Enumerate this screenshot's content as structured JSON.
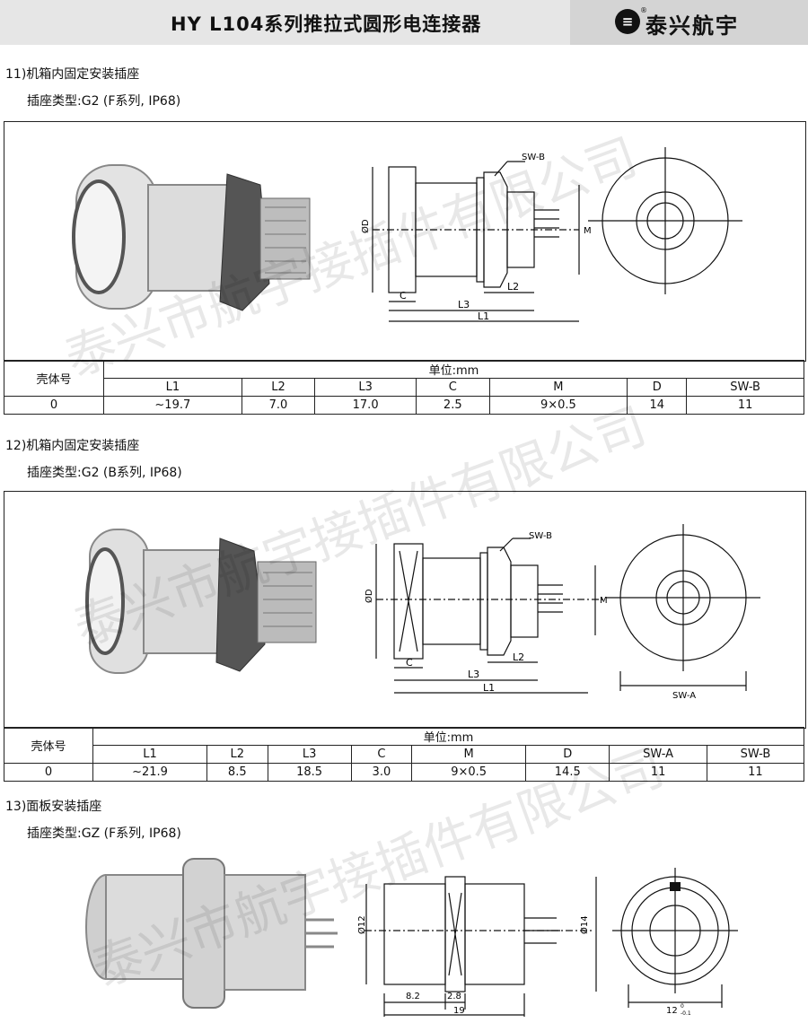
{
  "header": {
    "title": "HY L104系列推拉式圆形电连接器",
    "brand": "泰兴航宇",
    "logo_glyph": "≡",
    "registered": "®"
  },
  "watermark": "泰兴市航宇接插件有限公司",
  "sections": [
    {
      "title": "11)机箱内固定安装插座",
      "subtitle": "插座类型:G2 (F系列, IP68)",
      "drawing_labels": {
        "sw_b": "SW-B",
        "d": "ØD",
        "m": "M",
        "c": "C",
        "l2": "L2",
        "l3": "L3",
        "l1": "L1"
      },
      "table": {
        "shell_header": "壳体号",
        "unit_header": "单位:mm",
        "columns": [
          "L1",
          "L2",
          "L3",
          "C",
          "M",
          "D",
          "SW-B"
        ],
        "rows": [
          [
            "0",
            "~19.7",
            "7.0",
            "17.0",
            "2.5",
            "9×0.5",
            "14",
            "11"
          ]
        ]
      }
    },
    {
      "title": "12)机箱内固定安装插座",
      "subtitle": "插座类型:G2 (B系列, IP68)",
      "drawing_labels": {
        "sw_b": "SW-B",
        "d": "ØD",
        "m": "M",
        "c": "C",
        "l2": "L2",
        "l3": "L3",
        "l1": "L1",
        "sw_a": "SW-A"
      },
      "table": {
        "shell_header": "壳体号",
        "unit_header": "单位:mm",
        "columns": [
          "L1",
          "L2",
          "L3",
          "C",
          "M",
          "D",
          "SW-A",
          "SW-B"
        ],
        "rows": [
          [
            "0",
            "~21.9",
            "8.5",
            "18.5",
            "3.0",
            "9×0.5",
            "14.5",
            "11",
            "11"
          ]
        ]
      }
    },
    {
      "title": "13)面板安装插座",
      "subtitle": "插座类型:GZ  (F系列, IP68)",
      "drawing_labels": {
        "d12": "Ø12",
        "d14": "Ø14",
        "a": "8.2",
        "b": "2.8",
        "total": "19",
        "width": "12",
        "tol_upper": "0",
        "tol_lower": "-0.1"
      }
    }
  ]
}
